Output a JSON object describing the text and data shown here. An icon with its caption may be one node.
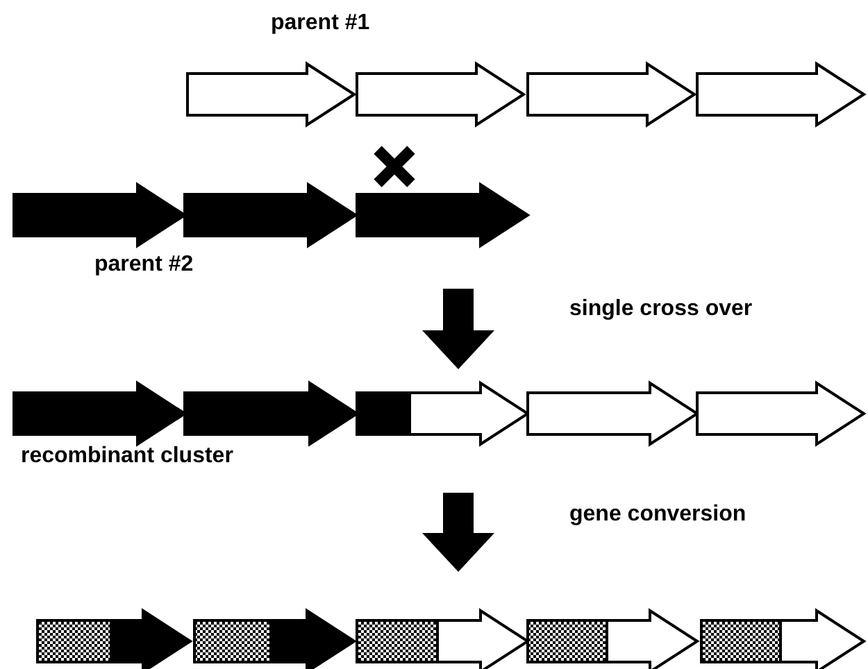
{
  "diagram": {
    "labels": [
      "parent #1",
      "parent #2",
      "single cross over",
      "recombinant cluster",
      "gene conversion"
    ]
  }
}
